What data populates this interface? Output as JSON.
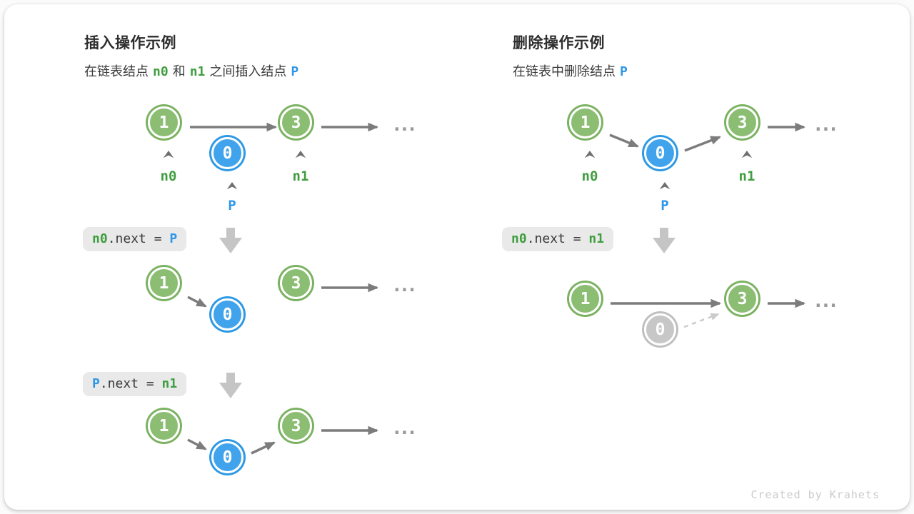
{
  "values": {
    "one": "1",
    "zero": "0",
    "three": "3"
  },
  "labels": {
    "n0": "n0",
    "n1": "n1",
    "p": "P"
  },
  "ellipsis": "...",
  "insert": {
    "title": "插入操作示例",
    "subtitle": [
      {
        "text": "在链表结点"
      },
      {
        "text": "n0",
        "color": "green"
      },
      {
        "text": "和"
      },
      {
        "text": "n1",
        "color": "green"
      },
      {
        "text": "之间插入结点"
      },
      {
        "text": "P",
        "color": "blue"
      }
    ],
    "code1": [
      {
        "text": "n0",
        "color": "green"
      },
      {
        "text": ".next = "
      },
      {
        "text": "P",
        "color": "blue"
      }
    ],
    "code2": [
      {
        "text": "P",
        "color": "blue"
      },
      {
        "text": ".next = "
      },
      {
        "text": "n1",
        "color": "green"
      }
    ]
  },
  "delete": {
    "title": "删除操作示例",
    "subtitle": [
      {
        "text": "在链表中删除结点"
      },
      {
        "text": "P",
        "color": "blue"
      }
    ],
    "code1": [
      {
        "text": "n0",
        "color": "green"
      },
      {
        "text": ".next = "
      },
      {
        "text": "n1",
        "color": "green"
      }
    ]
  },
  "footer": {
    "credit": "Created by Krahets"
  },
  "colors": {
    "node_green": "#8bbd73",
    "node_blue": "#41a3eb",
    "node_gray": "#c7c7c7",
    "text_green": "#3f9e3f",
    "text_blue": "#2e96e8",
    "arrow_gray": "#7c7c7c",
    "dashed_gray": "#cbcbcb",
    "code_bg": "#e9e9e9",
    "block_arrow": "#c5c5c5"
  }
}
